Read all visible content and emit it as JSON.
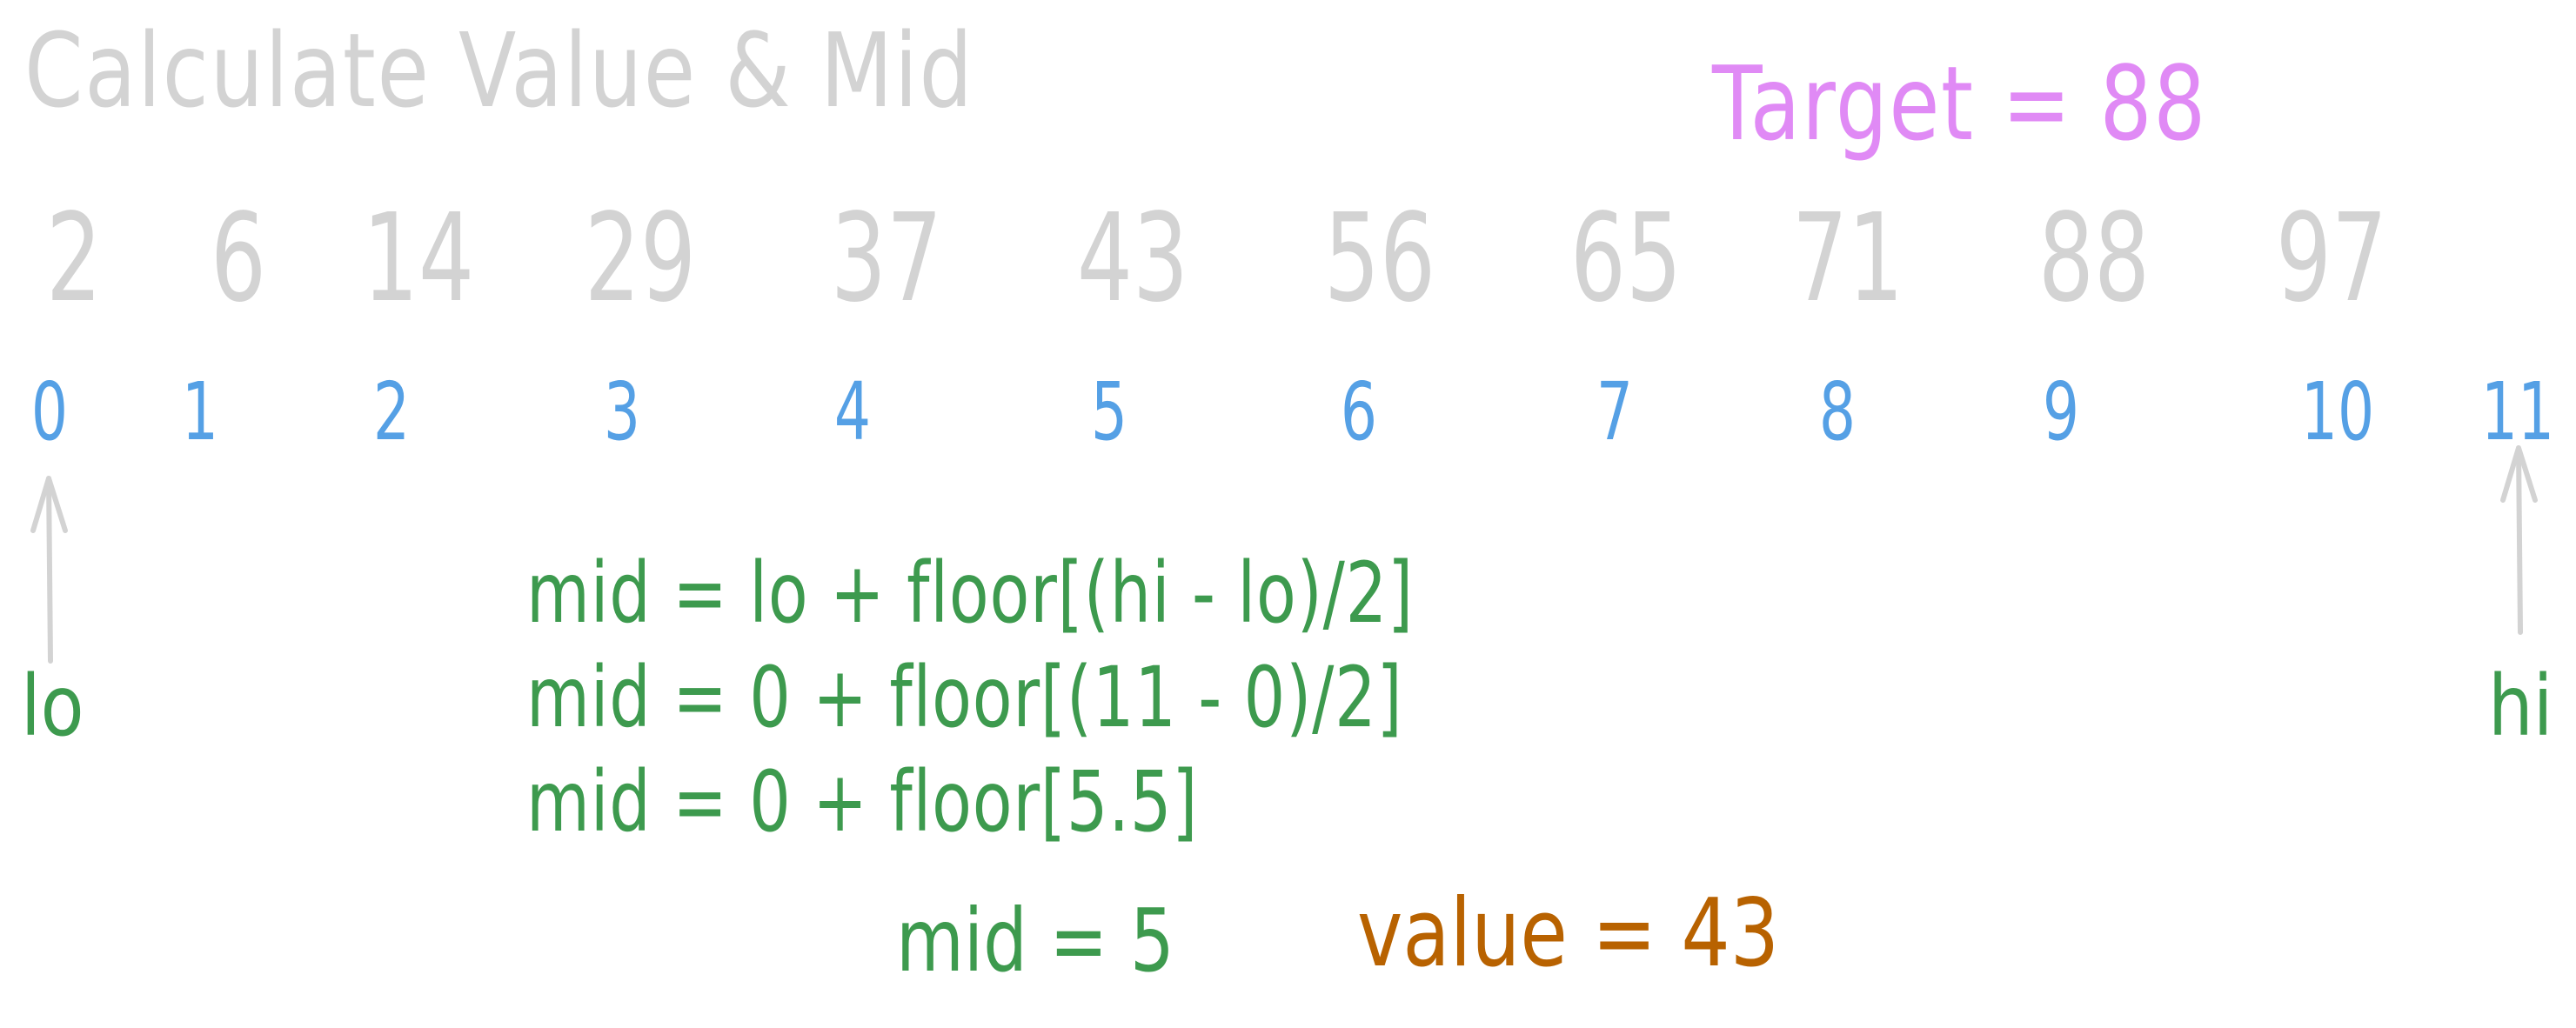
{
  "title": "Calculate Value & Mid",
  "target": {
    "label": "Target = 88",
    "value": 88
  },
  "array": {
    "values": [
      "2",
      "6",
      "14",
      "29",
      "37",
      "43",
      "56",
      "65",
      "71",
      "88",
      "97"
    ],
    "indices": [
      "0",
      "1",
      "2",
      "3",
      "4",
      "5",
      "6",
      "7",
      "8",
      "9",
      "10",
      "11"
    ]
  },
  "pointers": {
    "lo": {
      "label": "lo",
      "index": 0
    },
    "hi": {
      "label": "hi",
      "index": 11
    }
  },
  "formula": {
    "lines": [
      "mid = lo + floor[(hi - lo)/2]",
      "mid = 0 + floor[(11 - 0)/2]",
      "mid = 0 + floor[5.5]"
    ]
  },
  "result": {
    "mid_label": "mid = 5",
    "value_label": "value = 43"
  },
  "colors": {
    "muted": "#d3d3d3",
    "target": "#e08af5",
    "index": "#55a0e5",
    "formula": "#3d9a4e",
    "value": "#b86200",
    "arrow": "#d3d3d3"
  }
}
